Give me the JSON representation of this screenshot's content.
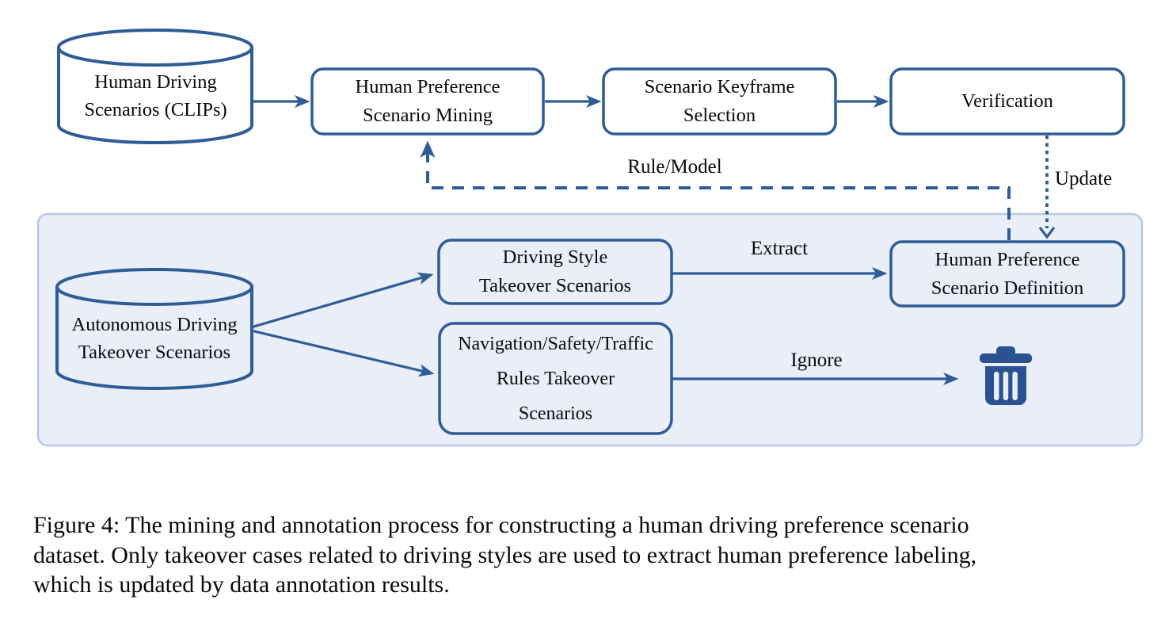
{
  "figure": {
    "caption_lines": [
      "Figure 4: The mining and annotation process for constructing a human driving preference scenario",
      "dataset. Only takeover cases related to driving styles are used to extract human preference labeling,",
      "which is updated by data annotation results."
    ]
  },
  "diagram": {
    "nodes": {
      "human_driving_scenarios": {
        "shape": "cylinder",
        "lines": [
          "Human Driving",
          "Scenarios (CLIPs)"
        ]
      },
      "scenario_mining": {
        "shape": "rounded-box",
        "lines": [
          "Human Preference",
          "Scenario Mining"
        ]
      },
      "keyframe_selection": {
        "shape": "rounded-box",
        "lines": [
          "Scenario Keyframe",
          "Selection"
        ]
      },
      "verification": {
        "shape": "rounded-box",
        "lines": [
          "Verification"
        ]
      },
      "autonomous_takeover": {
        "shape": "cylinder",
        "lines": [
          "Autonomous Driving",
          "Takeover Scenarios"
        ]
      },
      "driving_style": {
        "shape": "rounded-box",
        "lines": [
          "Driving Style",
          "Takeover Scenarios"
        ]
      },
      "nav_safety_traffic": {
        "shape": "rounded-box",
        "lines": [
          "Navigation/Safety/Traffic",
          "Rules Takeover",
          "Scenarios"
        ]
      },
      "scenario_definition": {
        "shape": "rounded-box",
        "lines": [
          "Human Preference",
          "Scenario Definition"
        ]
      }
    },
    "edge_labels": {
      "rule_model": "Rule/Model",
      "update": "Update",
      "extract": "Extract",
      "ignore": "Ignore"
    },
    "icons": {
      "trash": "trash-icon (discard scenarios)"
    },
    "colors": {
      "stroke_blue": "#2e5c96",
      "panel_fill": "#e9eef8",
      "panel_border": "#b8c6e8",
      "box_fill": "#ffffff",
      "inner_box_fill": "#e9eef8",
      "trash_blue": "#2a5190",
      "text_color": "#0a0a0a"
    }
  }
}
